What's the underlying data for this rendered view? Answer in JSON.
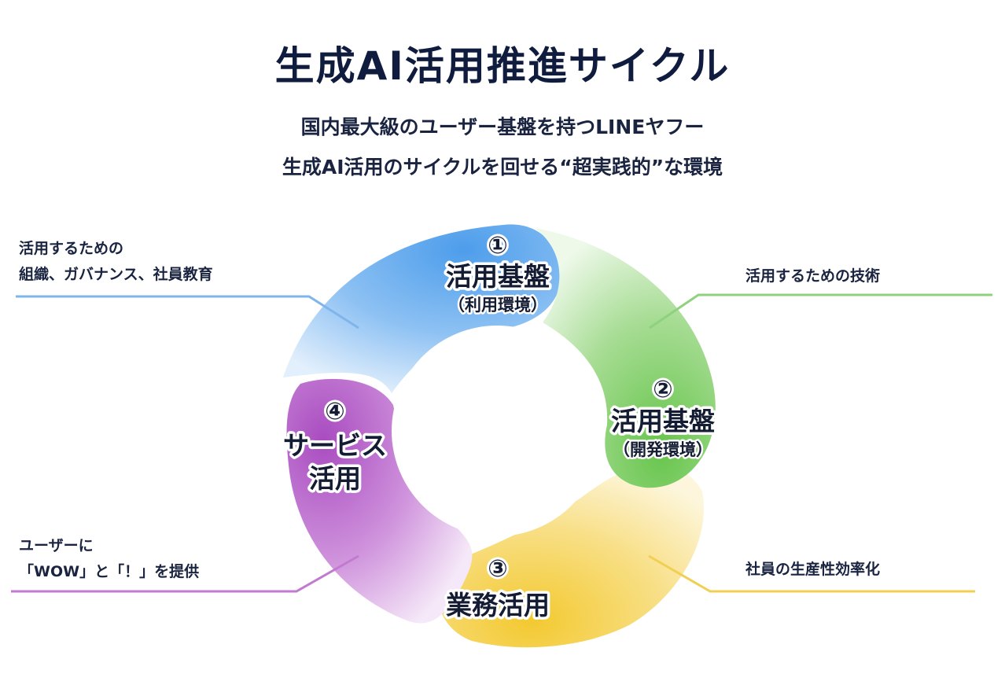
{
  "header": {
    "title": "生成AI活用推進サイクル",
    "subtitle_line1": "国内最大級のユーザー基盤を持つLINEヤフー",
    "subtitle_line2": "生成AI活用のサイクルを回せる“超実践的”な環境"
  },
  "stages": [
    {
      "number": "①",
      "title": "活用基盤",
      "sub": "（利用環境）",
      "color": "#5aa6ef"
    },
    {
      "number": "②",
      "title": "活用基盤",
      "sub": "（開発環境）",
      "color": "#70c957"
    },
    {
      "number": "③",
      "title": "業務活用",
      "sub": "",
      "color": "#f4cd3c"
    },
    {
      "number": "④",
      "title_line1": "サービス",
      "title_line2": "活用",
      "color": "#b45cc8"
    }
  ],
  "callouts": {
    "top_left_line1": "活用するための",
    "top_left_line2": "組織、ガバナンス、社員教育",
    "top_right": "活用するための技術",
    "bottom_right": "社員の生産性効率化",
    "bottom_left_line1": "ユーザーに",
    "bottom_left_line2": "「WOW」と「！」を提供"
  },
  "colors": {
    "blue": "#5aa6ef",
    "green": "#70c957",
    "yellow": "#f4cd3c",
    "purple": "#b45cc8",
    "text": "#172342"
  }
}
